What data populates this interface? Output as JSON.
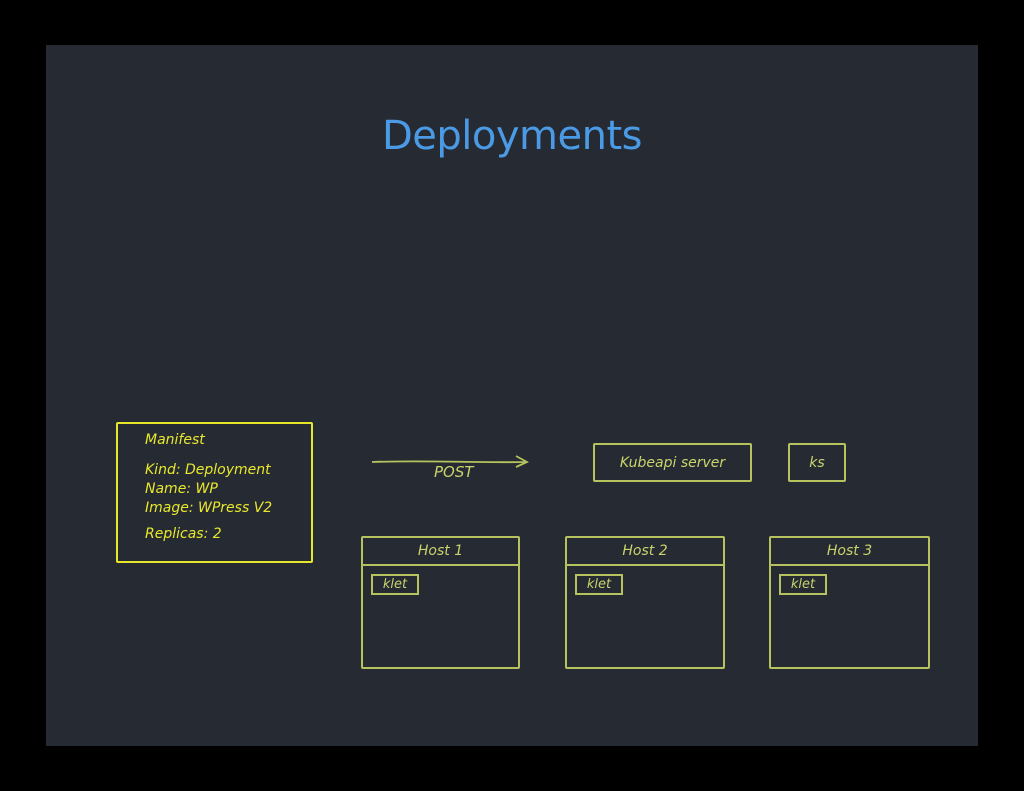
{
  "title": "Deployments",
  "manifest": {
    "heading": "Manifest",
    "kind": "Kind: Deployment",
    "name": "Name: WP",
    "image": "Image:  WPress V2",
    "replicas": "Replicas: 2"
  },
  "arrow_label": "POST",
  "kubeapi": "Kubeapi server",
  "ks": "ks",
  "hosts": [
    {
      "name": "Host 1",
      "agent": "klet"
    },
    {
      "name": "Host 2",
      "agent": "klet"
    },
    {
      "name": "Host 3",
      "agent": "klet"
    }
  ],
  "colors": {
    "background": "#262a33",
    "title": "#4a9ae6",
    "manifest": "#e8e82c",
    "sketch": "#b6c25e"
  }
}
